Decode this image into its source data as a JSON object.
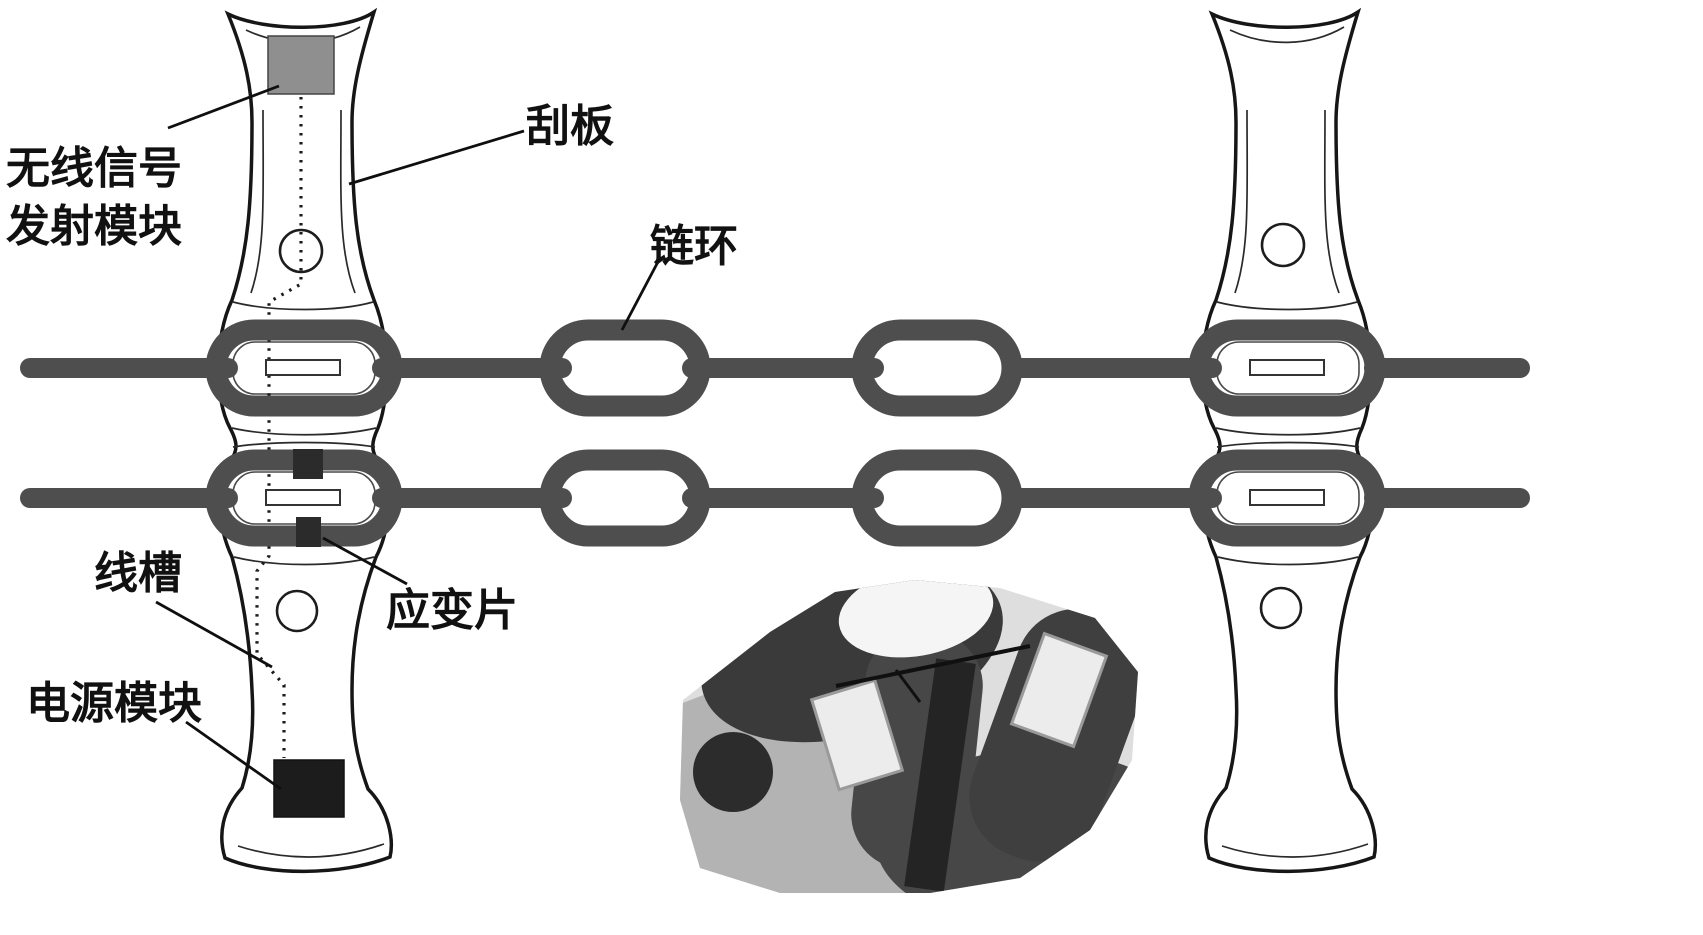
{
  "figure": {
    "labels": {
      "wireless_line1": "无线信号",
      "wireless_line2": "发射模块",
      "scraper": "刮板",
      "chain_link": "链环",
      "wire_slot": "线槽",
      "strain_gauge": "应变片",
      "power_module": "电源模块"
    },
    "colors": {
      "chain": "#4e4e4e",
      "outline": "#161616",
      "wireless_module_fill": "#8f8f8f",
      "power_module_fill": "#1c1c1c",
      "background": "#ffffff"
    }
  }
}
